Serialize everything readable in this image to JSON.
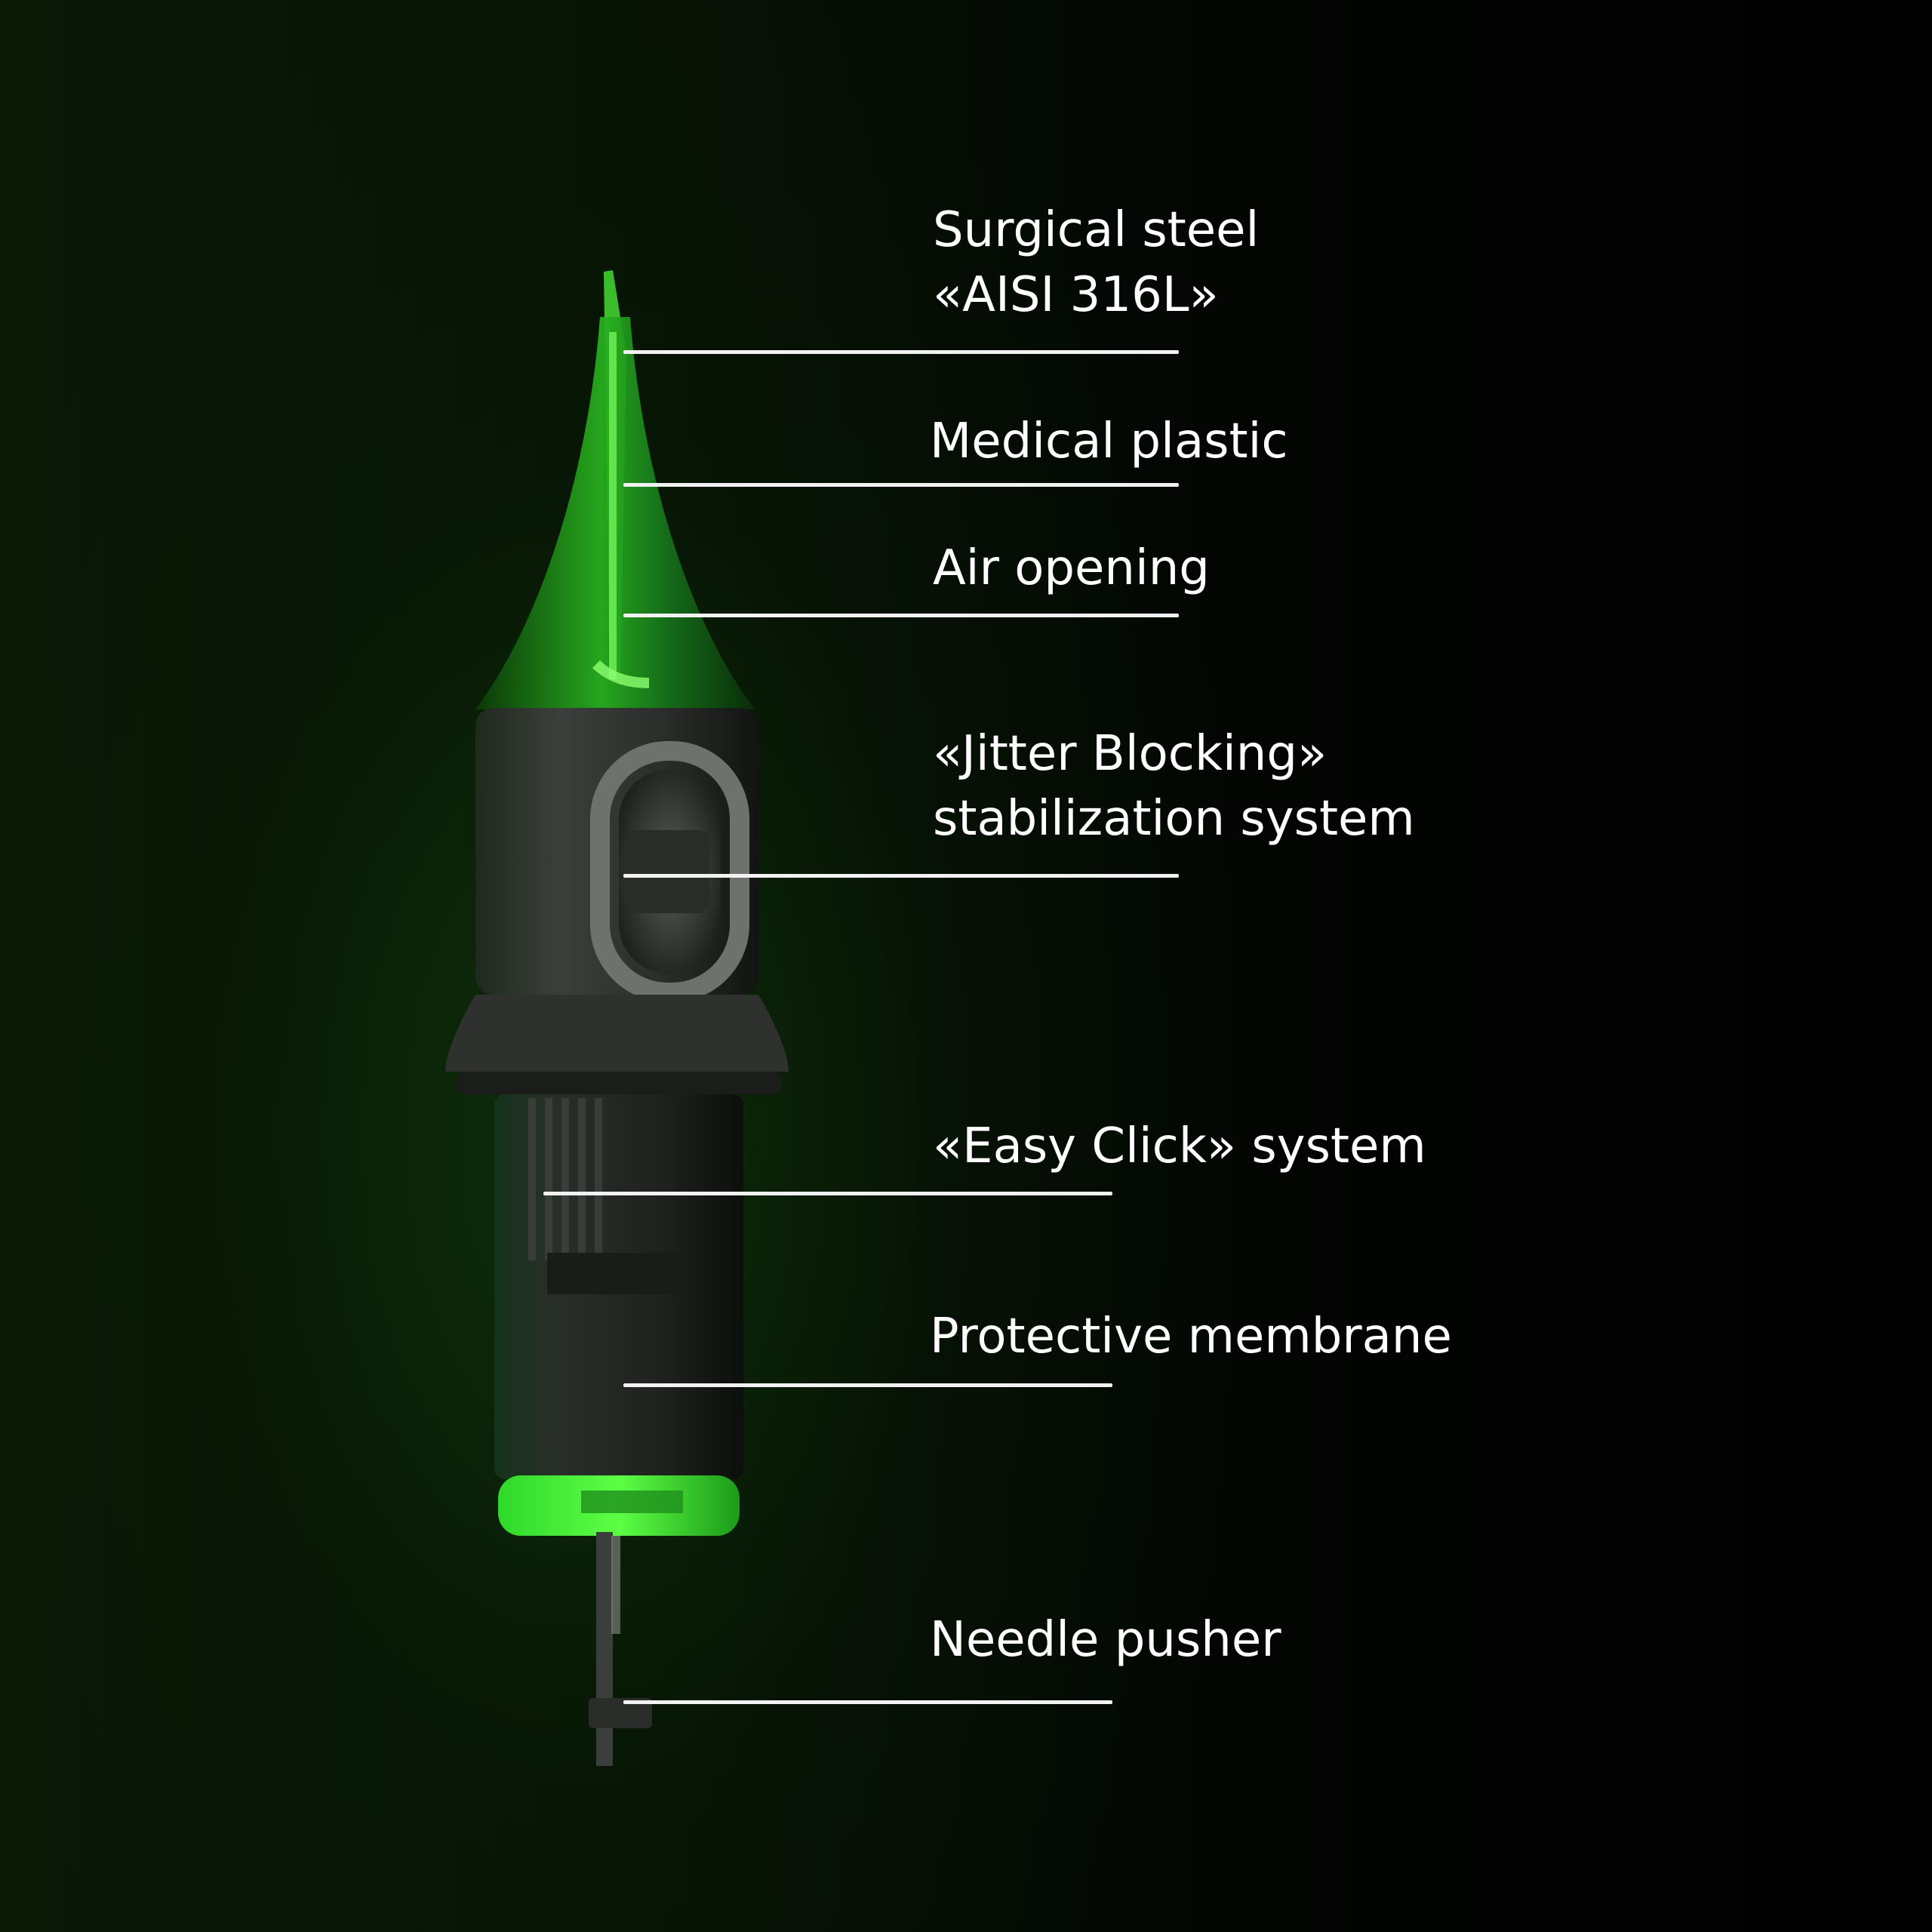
{
  "labels": [
    {
      "name": "surgical-steel",
      "text": "Surgical steel\n«AISI 316L»"
    },
    {
      "name": "medical-plastic",
      "text": "Medical plastic"
    },
    {
      "name": "air-opening",
      "text": "Air opening"
    },
    {
      "name": "jitter-blocking",
      "text": "«Jitter Blocking»\nstabilization system"
    },
    {
      "name": "easy-click",
      "text": "«Easy Click» system"
    },
    {
      "name": "protective-membrane",
      "text": "Protective membrane"
    },
    {
      "name": "needle-pusher",
      "text": "Needle pusher"
    }
  ],
  "colors": {
    "background": "#000000",
    "glow_green": "#39ff2a",
    "tip_green": "#1f9e1a",
    "body_dark": "#2a2d2a",
    "text": "#ffffff"
  }
}
